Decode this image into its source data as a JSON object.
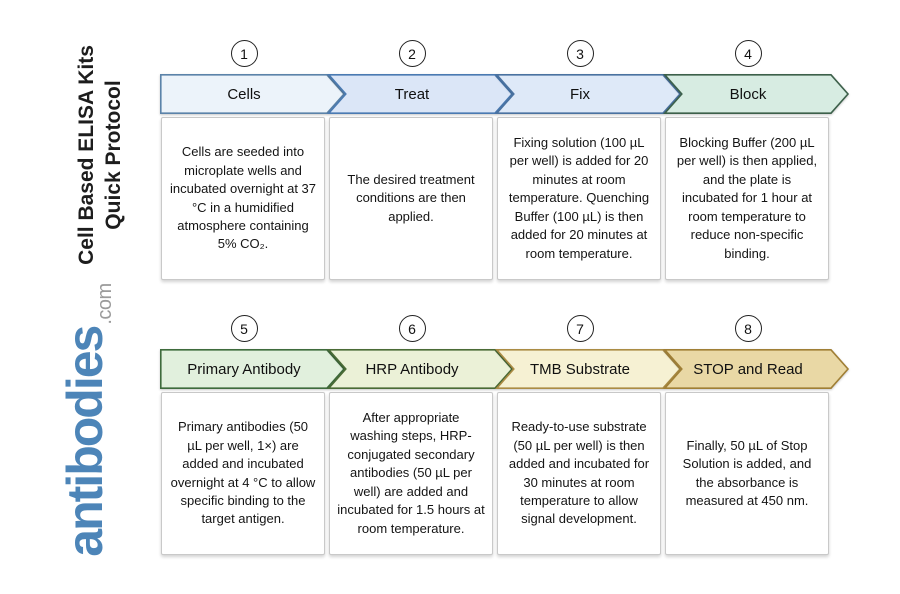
{
  "page": {
    "title_line1": "Cell Based ELISA Kits",
    "title_line2": "Quick Protocol"
  },
  "logo": {
    "name": "antibodies",
    "tld": ".com",
    "brand_color": "#4d85b8",
    "tld_color": "#9b9b9b"
  },
  "steps": [
    {
      "number": "1",
      "label": "Cells",
      "description": "Cells are seeded into microplate wells and incubated overnight at 37 °C in a humidified atmosphere containing 5% CO₂.",
      "fill": "#ecf3fa",
      "border": "#5b83a9"
    },
    {
      "number": "2",
      "label": "Treat",
      "description": "The desired treatment conditions are then applied.",
      "fill": "#dbe6f7",
      "border": "#4a7ab2"
    },
    {
      "number": "3",
      "label": "Fix",
      "description": "Fixing solution (100 µL per well) is added for 20 minutes at room temperature. Quenching Buffer (100 µL) is then added for 20 minutes at room temperature.",
      "fill": "#dee9f8",
      "border": "#4a72a0"
    },
    {
      "number": "4",
      "label": "Block",
      "description": "Blocking Buffer (200 µL per well) is then applied, and the plate is incubated for 1 hour at room temperature to reduce non-specific binding.",
      "fill": "#d7ece2",
      "border": "#3c604a"
    },
    {
      "number": "5",
      "label": "Primary Antibody",
      "description": "Primary antibodies (50 µL per well, 1×) are added and incubated overnight at 4 °C to allow specific binding to the target antigen.",
      "fill": "#e1f0dd",
      "border": "#3e6b3c"
    },
    {
      "number": "6",
      "label": "HRP Antibody",
      "description": "After appropriate washing steps, HRP-conjugated secondary antibodies (50 µL per well) are added and incubated for 1.5 hours at room temperature.",
      "fill": "#ebf1d7",
      "border": "#4a6b35"
    },
    {
      "number": "7",
      "label": "TMB Substrate",
      "description": "Ready-to-use substrate (50 µL per well) is then added and incubated for 30 minutes at room temperature to allow signal development.",
      "fill": "#f6f1d3",
      "border": "#ab8c44"
    },
    {
      "number": "8",
      "label": "STOP and Read",
      "description": "Finally, 50 µL of Stop Solution is added, and the absorbance is measured at 450 nm.",
      "fill": "#e9d8a5",
      "border": "#a07f35"
    }
  ]
}
